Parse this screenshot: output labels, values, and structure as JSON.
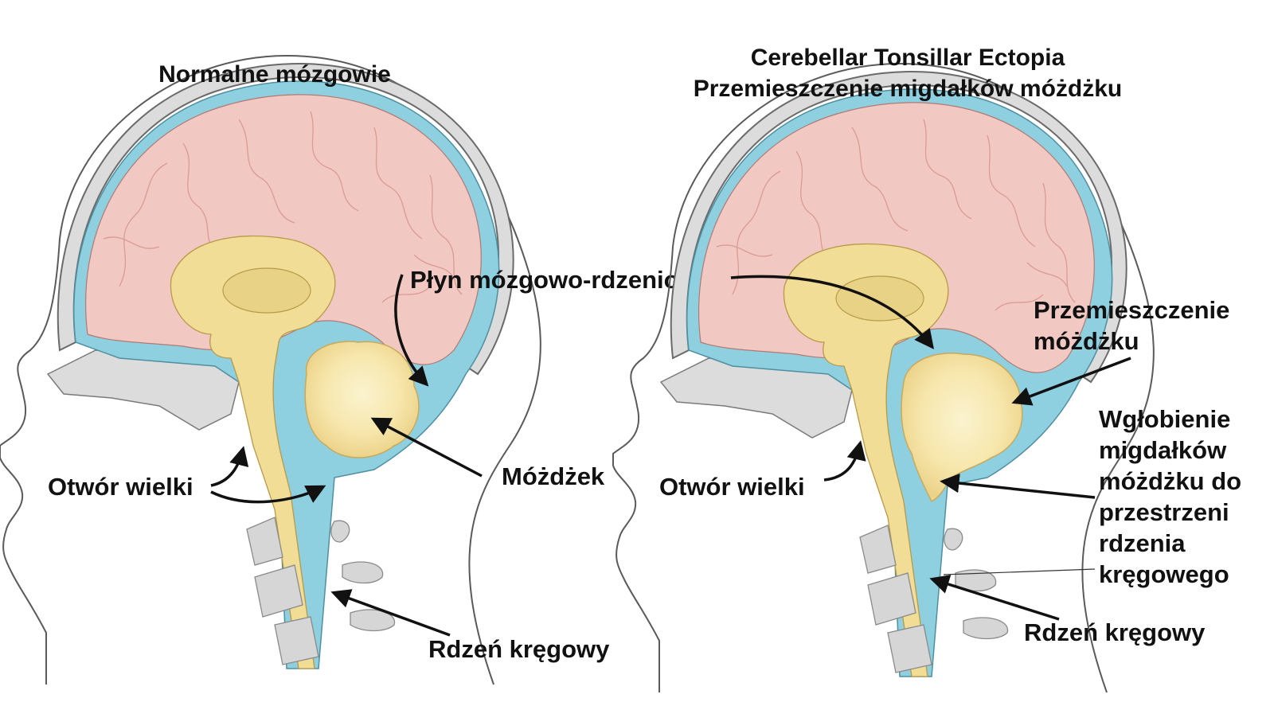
{
  "colors": {
    "skull": "#d9d9d9",
    "csf": "#8ecfe0",
    "cerebrum": "#f2c9c2",
    "gyri": "#d99b93",
    "brainstem": "#f2dd96",
    "cerebellum_center": "#fbf3cf",
    "cerebellum_edge": "#ecd38a",
    "bone": "#d6d6d6",
    "outline": "#5a5a5a",
    "text": "#111111"
  },
  "left_panel": {
    "title": "Normalne mózgowie",
    "labels": {
      "csf": "Płyn mózgowo-rdzeniowy",
      "foramen": "Otwór wielki",
      "cerebellum": "Móżdżek",
      "spinal_cord": "Rdzeń kręgowy"
    }
  },
  "right_panel": {
    "title_line1": "Cerebellar Tonsillar Ectopia",
    "title_line2": "Przemieszczenie migdałków móżdżku",
    "labels": {
      "displacement_line1": "Przemieszczenie",
      "displacement_line2": "móżdżku",
      "herniation_lines": [
        "Wgłobienie",
        "migdałków",
        "móżdżku do",
        "przestrzeni",
        "rdzenia",
        "kręgowego"
      ],
      "foramen": "Otwór wielki",
      "spinal_cord": "Rdzeń kręgowy"
    }
  }
}
